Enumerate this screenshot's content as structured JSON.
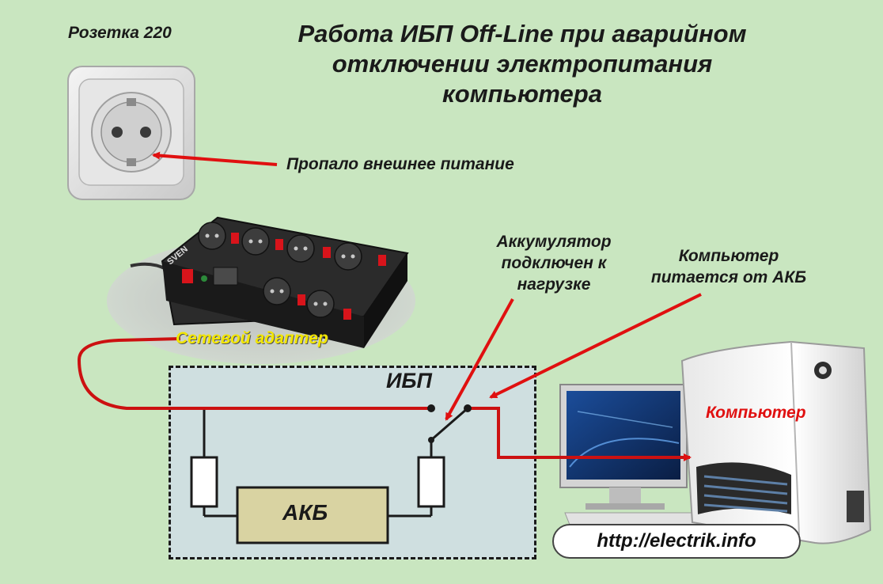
{
  "title": {
    "line1": "Работа ИБП Off-Line при аварийном",
    "line2": "отключении электропитания",
    "line3": "компьютера"
  },
  "labels": {
    "socket": "Розетка 220",
    "power_lost": "Пропало внешнее питание",
    "battery_connected_1": "Аккумулятор",
    "battery_connected_2": "подключен к",
    "battery_connected_3": "нагрузке",
    "computer_powered_1": "Компьютер",
    "computer_powered_2": "питается от АКБ",
    "network_adapter": "Сетевой адаптер",
    "ups": "ИБП",
    "battery": "АКБ",
    "computer": "Компьютер",
    "sven_brand": "SVEN"
  },
  "footer": {
    "url": "http://electrik.info"
  },
  "colors": {
    "background": "#c9e6c0",
    "wire_red": "#cc1111",
    "label_red": "#e01010",
    "label_yellow": "#f2e600",
    "ups_box": "#cfdfe0",
    "battery_fill": "#d9d3a2"
  }
}
